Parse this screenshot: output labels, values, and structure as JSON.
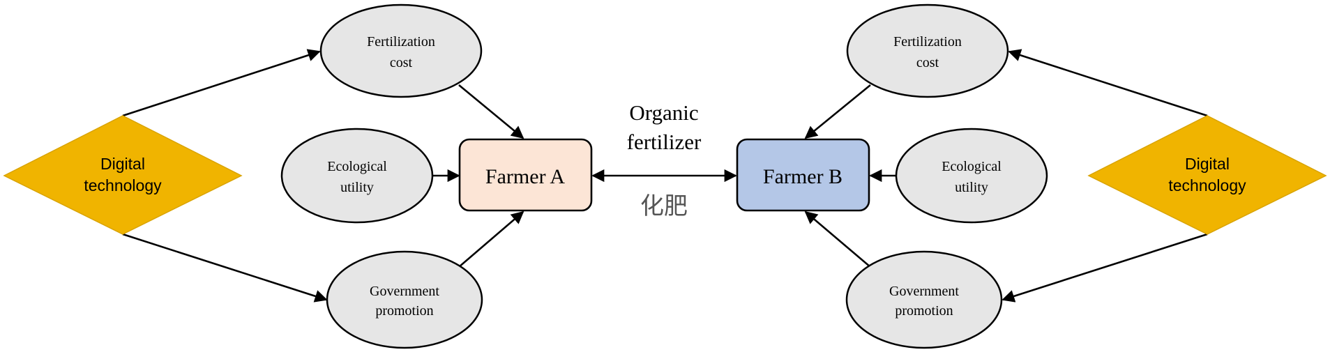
{
  "diagram": {
    "left": {
      "farmer_label": "Farmer A",
      "fertilization_cost": [
        "Fertilization",
        "cost"
      ],
      "ecological_utility": [
        "Ecological",
        "utility"
      ],
      "government_promotion": [
        "Government",
        "promotion"
      ],
      "digital_technology": [
        "Digital",
        "technology"
      ]
    },
    "right": {
      "farmer_label": "Farmer B",
      "fertilization_cost": [
        "Fertilization",
        "cost"
      ],
      "ecological_utility": [
        "Ecological",
        "utility"
      ],
      "government_promotion": [
        "Government",
        "promotion"
      ],
      "digital_technology": [
        "Digital",
        "technology"
      ]
    },
    "center": {
      "top_label": [
        "Organic",
        "fertilizer"
      ],
      "bottom_label": "化肥"
    },
    "colors": {
      "farmer_a_fill": "#fce5d6",
      "farmer_b_fill": "#b4c7e7",
      "ellipse_fill": "#e6e6e6",
      "diamond_fill": "#f0b400"
    }
  }
}
